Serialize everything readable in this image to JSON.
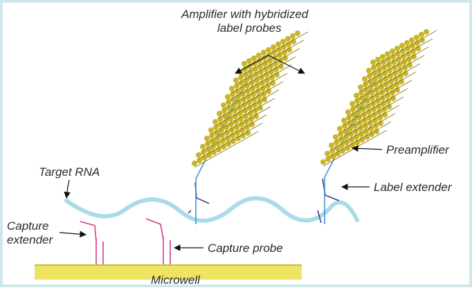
{
  "labels": {
    "amplifier_line1": "Amplifier with hybridized",
    "amplifier_line2": "label probes",
    "preamplifier": "Preamplifier",
    "label_extender": "Label extender",
    "target_rna": "Target RNA",
    "capture_extender_line1": "Capture",
    "capture_extender_line2": "extender",
    "capture_probe": "Capture probe",
    "microwell": "Microwell"
  },
  "colors": {
    "frame": "#cfe7ea",
    "rna": "#a9dbe8",
    "microwell": "#efe461",
    "probe_bead": "#c8b52a",
    "preamp_line": "#2f8fd0",
    "capture": "#d23a8a",
    "label_extender": "#4a3a90",
    "text": "#2a2a2a"
  }
}
